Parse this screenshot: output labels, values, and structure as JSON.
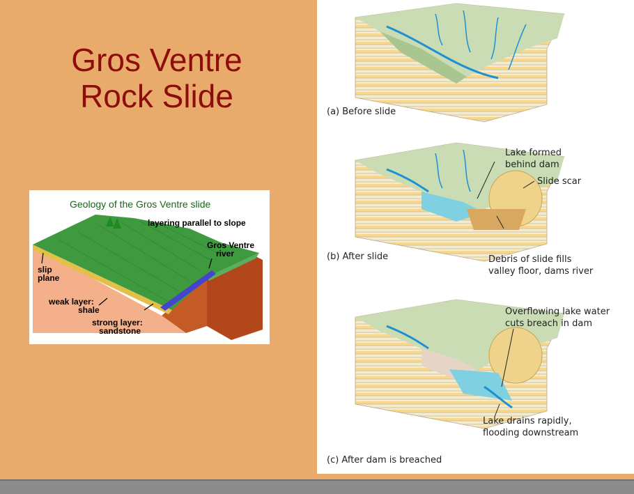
{
  "slide": {
    "title_line1": "Gros Ventre",
    "title_line2": "Rock Slide"
  },
  "geology_diagram": {
    "title": "Geology of the Gros Ventre slide",
    "labels": {
      "layering": "layering parallel to slope",
      "river_line1": "Gros Ventre",
      "river_line2": "river",
      "slip_line1": "slip",
      "slip_line2": "plane",
      "weak_line1": "weak layer:",
      "weak_line2": "shale",
      "strong_line1": "strong layer:",
      "strong_line2": "sandstone"
    },
    "colors": {
      "surface": "#4a9a4a",
      "weak_layer": "#f0a070",
      "strong_layer": "#e07a4a",
      "river": "#4444cc",
      "cliff": "#b3471c"
    }
  },
  "stages": [
    {
      "caption": "(a) Before slide",
      "annotations": []
    },
    {
      "caption": "(b) After slide",
      "annotations": [
        "Lake formed",
        "behind dam",
        "Slide scar",
        "Debris of slide fills",
        "valley floor, dams river"
      ]
    },
    {
      "caption": "(c) After dam is breached",
      "annotations": [
        "Overflowing lake water",
        "cuts breach in dam",
        "Lake drains rapidly,",
        "flooding downstream"
      ]
    }
  ]
}
